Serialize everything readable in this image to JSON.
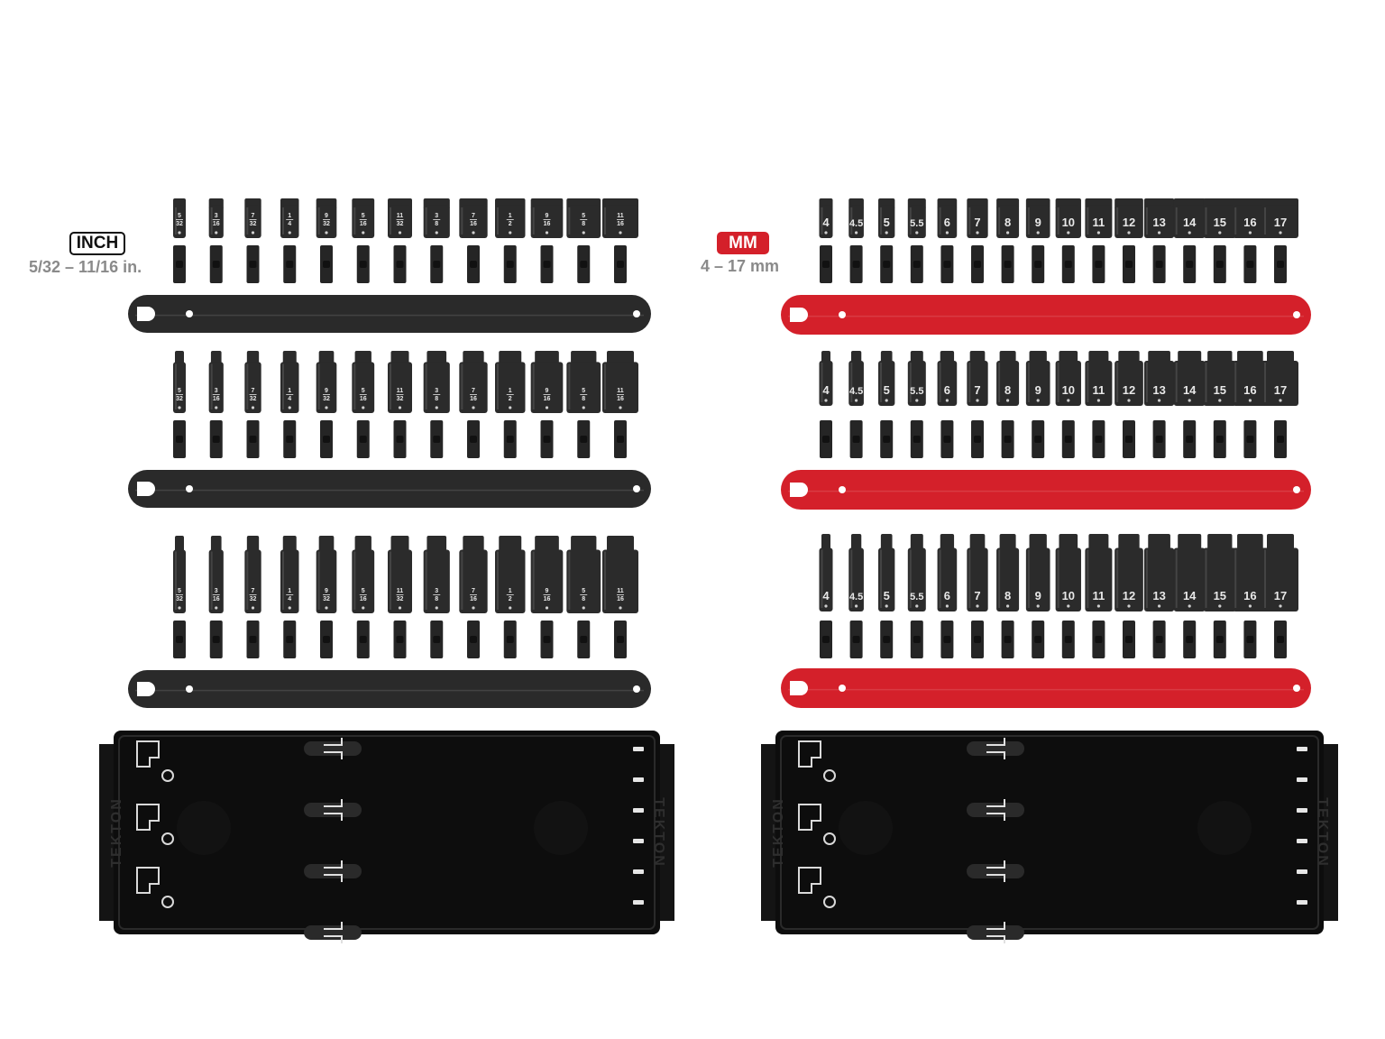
{
  "inch_set": {
    "badge": "INCH",
    "range": "5/32 – 11/16 in.",
    "sizes": [
      {
        "n": "5",
        "d": "32"
      },
      {
        "n": "3",
        "d": "16"
      },
      {
        "n": "7",
        "d": "32"
      },
      {
        "n": "1",
        "d": "4"
      },
      {
        "n": "9",
        "d": "32"
      },
      {
        "n": "5",
        "d": "16"
      },
      {
        "n": "11",
        "d": "32"
      },
      {
        "n": "3",
        "d": "8"
      },
      {
        "n": "7",
        "d": "16"
      },
      {
        "n": "1",
        "d": "2"
      },
      {
        "n": "9",
        "d": "16"
      },
      {
        "n": "5",
        "d": "8"
      },
      {
        "n": "11",
        "d": "16"
      }
    ]
  },
  "mm_set": {
    "badge": "MM",
    "range": "4 – 17 mm",
    "sizes": [
      "4",
      "4.5",
      "5",
      "5.5",
      "6",
      "7",
      "8",
      "9",
      "10",
      "11",
      "12",
      "13",
      "14",
      "15",
      "16",
      "17"
    ]
  },
  "tray_brand": "TEKTON",
  "colors": {
    "rail_black": "#2a2a2a",
    "rail_red": "#d4202a",
    "socket": "#2b2b2b",
    "socket_label": "#e8e8e8",
    "tray": "#0d0d0d",
    "muted_text": "#8a8a8a"
  }
}
